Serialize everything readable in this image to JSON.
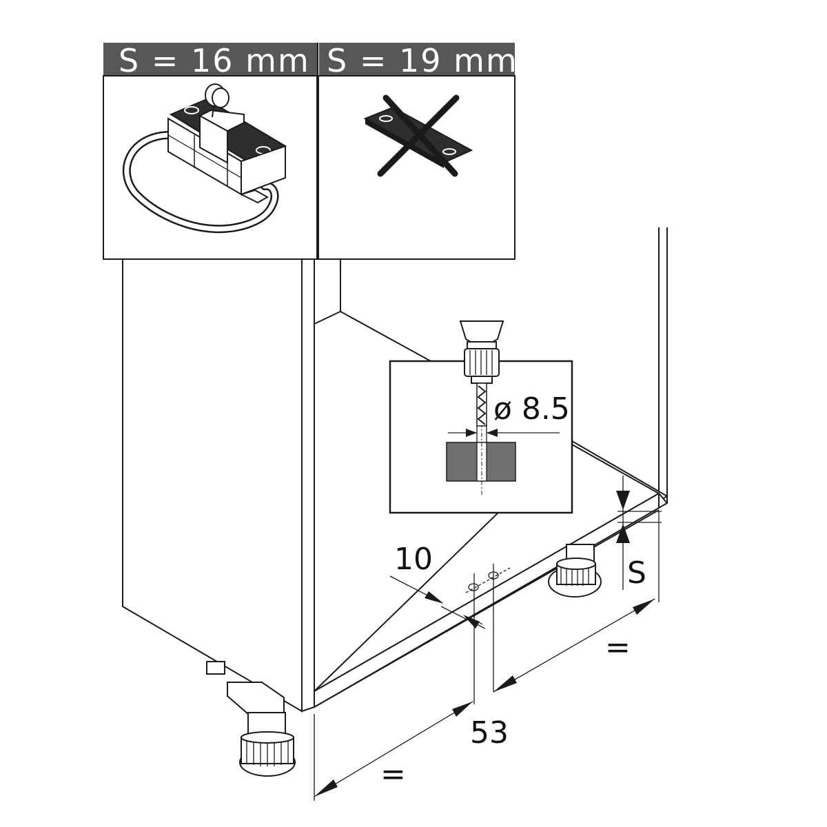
{
  "panels": {
    "left_header": "S = 16 mm",
    "right_header": "S = 19 mm"
  },
  "dimensions": {
    "drill_diameter": "ø 8.5",
    "edge_offset": "10",
    "hole_spacing": "53",
    "panel_thickness": "S",
    "equal_left": "=",
    "equal_right": "="
  },
  "colors": {
    "header_bg": "#575757",
    "dark_plate": "#2e2e2e",
    "drill_section": "#707070",
    "line": "#1a1a1a"
  },
  "icons": {
    "approved": "adapter-plate-with-clip-icon",
    "rejected": "crossed-out-plate-icon",
    "tool": "drill-icon"
  }
}
